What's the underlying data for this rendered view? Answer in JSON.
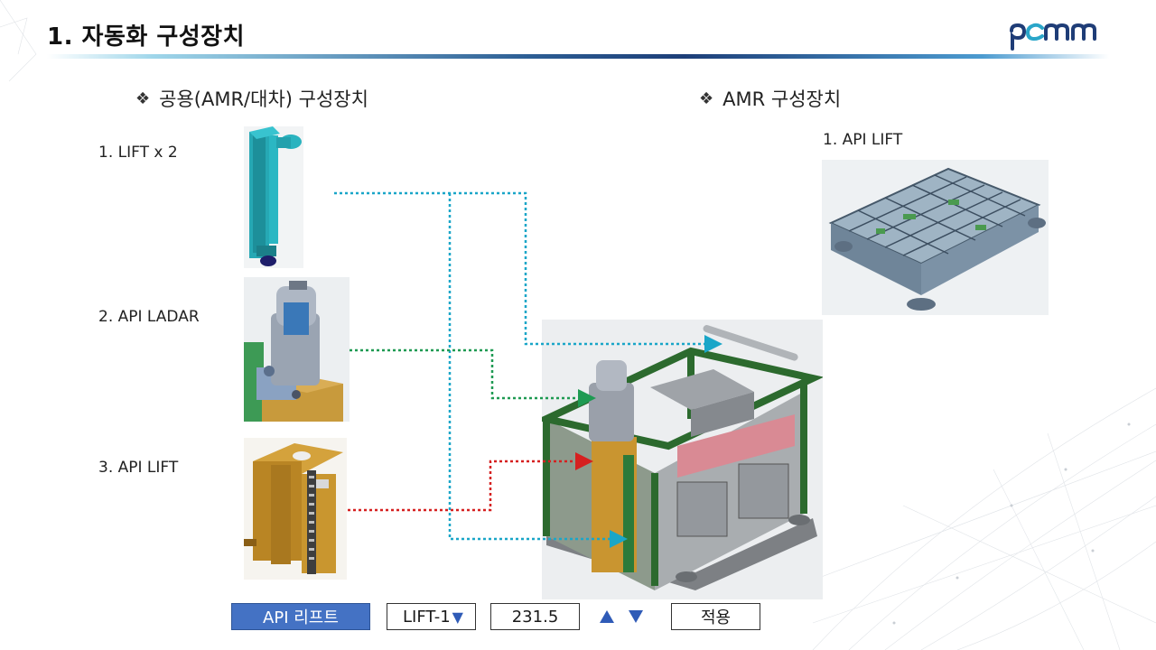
{
  "header": {
    "title": "1. 자동화 구성장치",
    "logo_text": "pcmm"
  },
  "left_section": {
    "heading": "공용(AMR/대차) 구성장치",
    "bullet": "❖",
    "items": [
      {
        "label": "1. LIFT x 2"
      },
      {
        "label": "2. API LADAR"
      },
      {
        "label": "3. API LIFT"
      }
    ]
  },
  "right_section": {
    "heading": "AMR 구성장치",
    "bullet": "❖",
    "items": [
      {
        "label": "1. API LIFT"
      }
    ]
  },
  "controls": {
    "mode_button": "API 리프트",
    "lift_select": "LIFT-1",
    "value_input": "231.5",
    "up_icon": "triangle-up-icon",
    "down_icon": "triangle-down-icon",
    "apply_button": "적용"
  },
  "colors": {
    "teal": "#22b8c8",
    "green": "#1e9a52",
    "red": "#d62020",
    "blue_connector": "#1aa6c8",
    "accent_button": "#4472c4",
    "arrow_blue": "#2f5bb7"
  }
}
